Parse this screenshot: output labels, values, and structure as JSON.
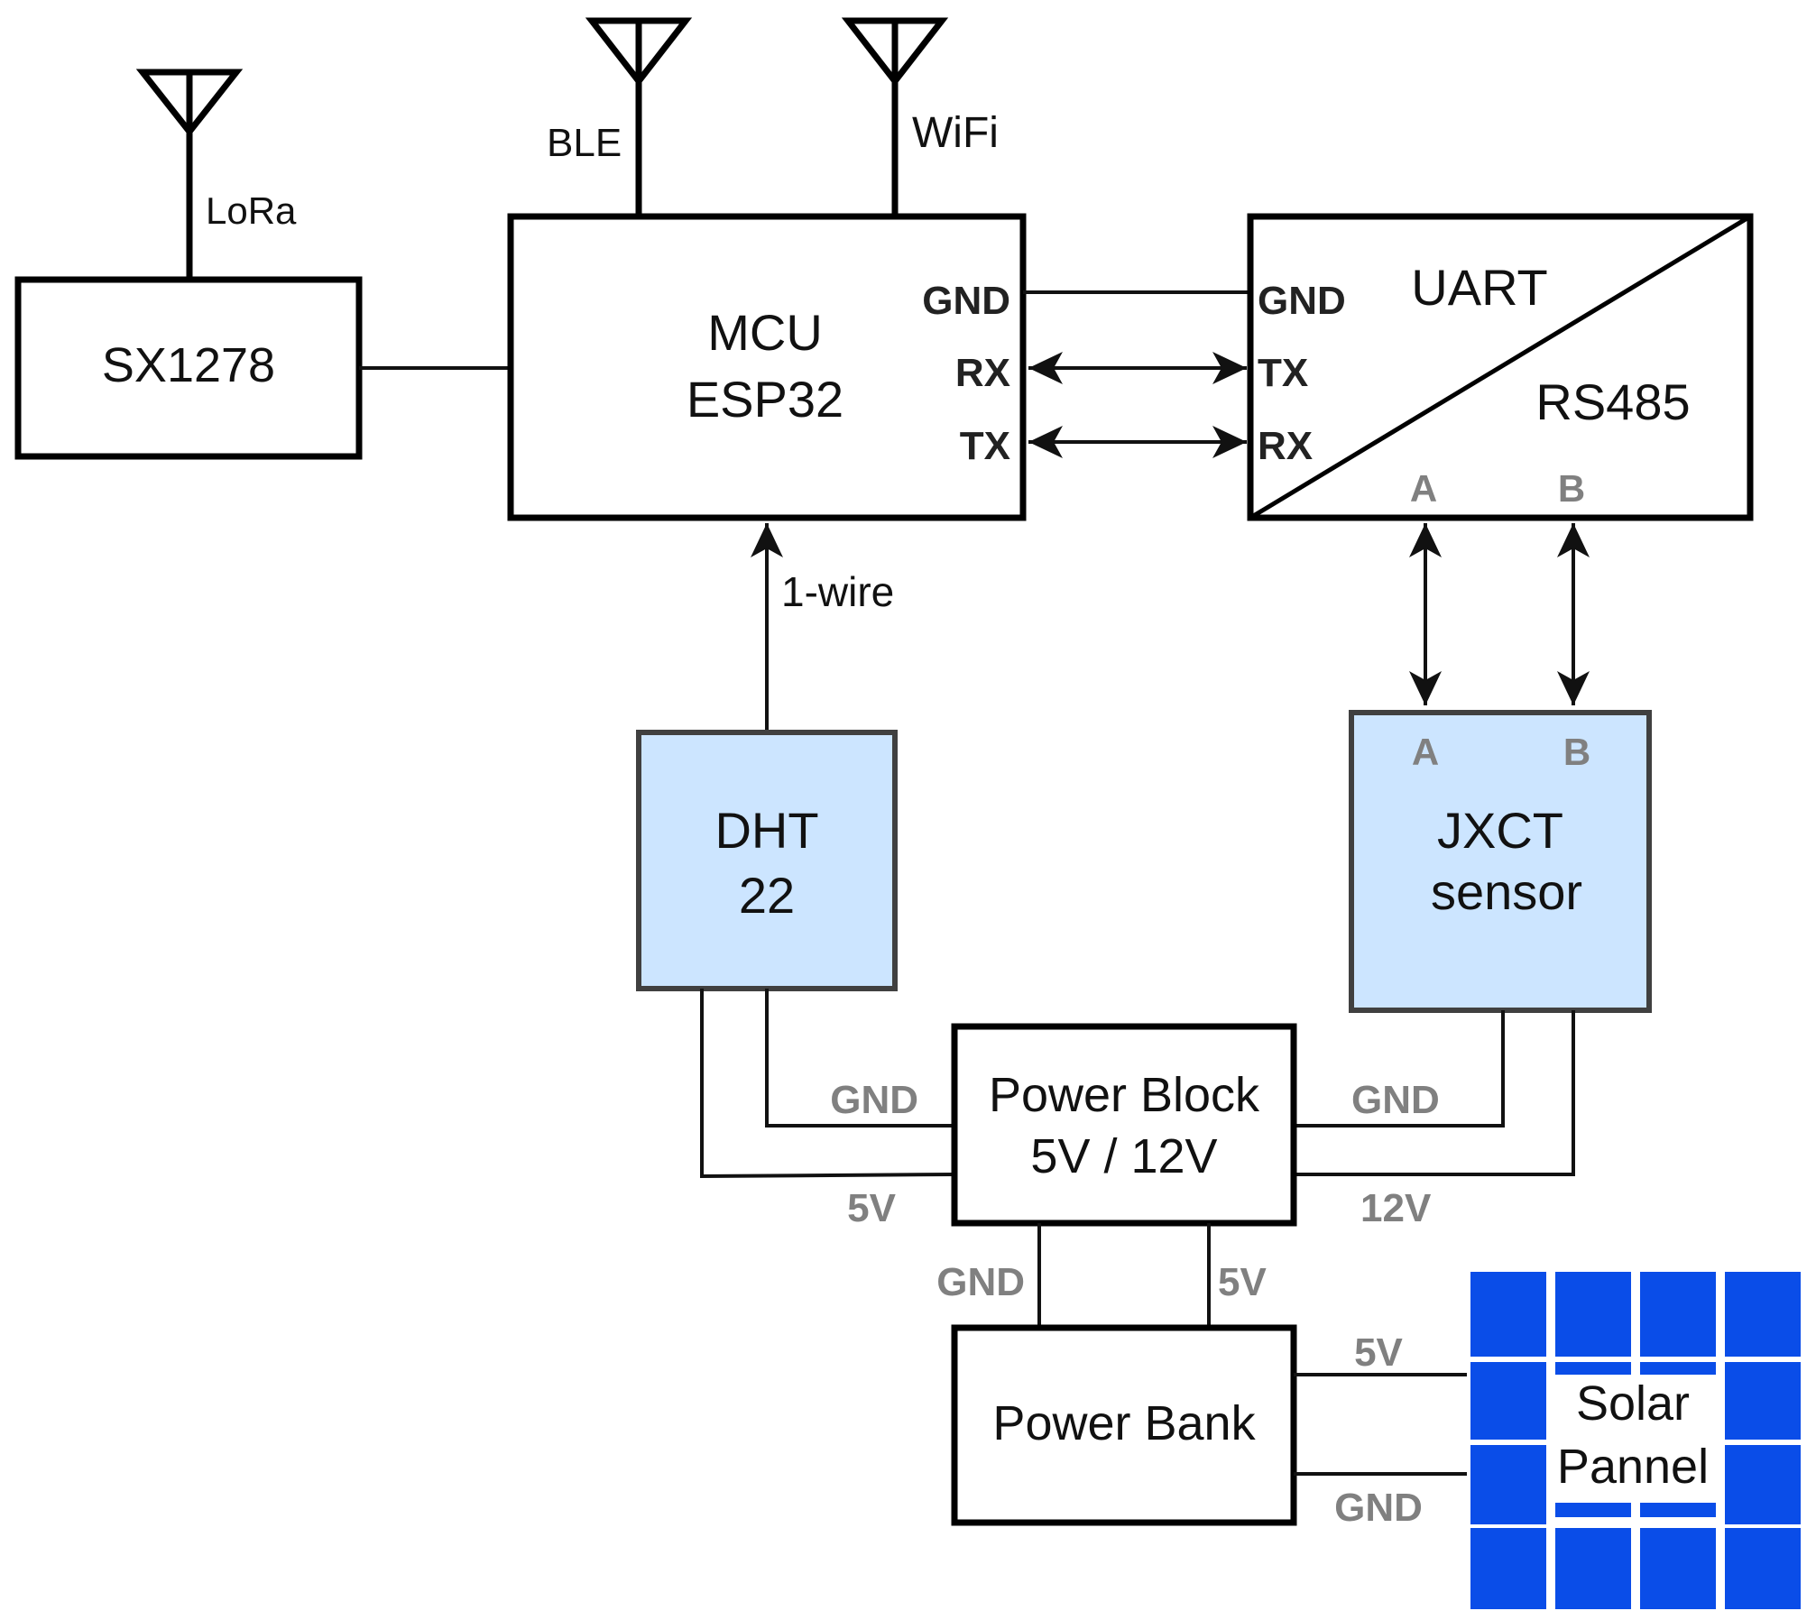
{
  "colors": {
    "sensor_fill": "#cce5ff",
    "solar_cell": "#0a4de8",
    "pin_label": "#808080"
  },
  "antennas": {
    "lora": "LoRa",
    "ble": "BLE",
    "wifi": "WiFi"
  },
  "sx1278": {
    "label": "SX1278"
  },
  "mcu": {
    "line1": "MCU",
    "line2": "ESP32",
    "pins": {
      "gnd": "GND",
      "rx": "RX",
      "tx": "TX"
    }
  },
  "converter": {
    "top_label": "UART",
    "bottom_label": "RS485",
    "pins": {
      "gnd": "GND",
      "tx": "TX",
      "rx": "RX",
      "a": "A",
      "b": "B"
    }
  },
  "one_wire": {
    "label": "1-wire"
  },
  "dht": {
    "line1": "DHT",
    "line2": "22"
  },
  "jxct": {
    "line1": "JXCT",
    "line2": "sensor",
    "pins": {
      "a": "A",
      "b": "B"
    }
  },
  "power_block": {
    "line1": "Power Block",
    "line2": "5V / 12V",
    "left_gnd": "GND",
    "left_v": "5V",
    "right_gnd": "GND",
    "right_v": "12V",
    "bottom_gnd": "GND",
    "bottom_v": "5V"
  },
  "power_bank": {
    "label": "Power Bank",
    "right_v": "5V",
    "right_gnd": "GND"
  },
  "solar": {
    "line1": "Solar",
    "line2": "Pannel"
  }
}
